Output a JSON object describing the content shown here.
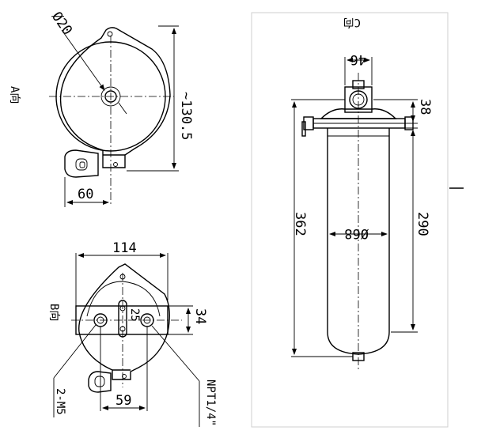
{
  "view_a": {
    "label": "A向",
    "dims": {
      "diameter": "Ø20",
      "height": "~130.5",
      "offset": "60"
    }
  },
  "view_b": {
    "label": "B向",
    "dims": {
      "width": "114",
      "slot_height": "34",
      "inner": "25",
      "bolt_spacing": "59"
    },
    "callouts": {
      "bolts": "2-M5",
      "port": "NPT1/4\""
    }
  },
  "view_c": {
    "label": "C向",
    "dims": {
      "top_width": "46",
      "head_height": "38",
      "total_height": "362",
      "body_height": "290",
      "diameter": "Ø68"
    }
  },
  "colors": {
    "line": "#000000",
    "frame": "#cfcfcf",
    "background": "#ffffff"
  }
}
